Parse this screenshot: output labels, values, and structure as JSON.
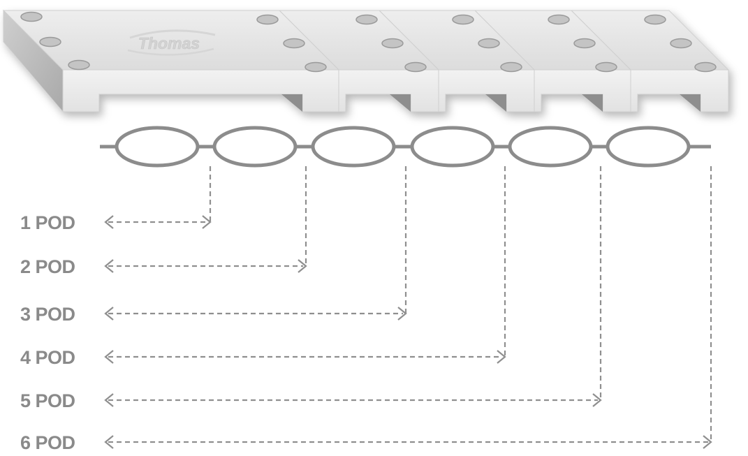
{
  "brand": {
    "logo_text": "Thomas"
  },
  "colors": {
    "pod_top": "#e7e7e7",
    "pod_front": "#ececec",
    "pod_side": "#b8b8b8",
    "pod_edge": "#cfcfcf",
    "hole_fill": "#c4c4c4",
    "hole_stroke": "#9a9a9a",
    "chain": "#8c8c8c",
    "arrow": "#8f8f8f",
    "label": "#8a8a8a"
  },
  "pods": {
    "count": 6,
    "labels": [
      "1 POD",
      "2 POD",
      "3 POD",
      "4 POD",
      "5 POD",
      "6 POD"
    ]
  }
}
